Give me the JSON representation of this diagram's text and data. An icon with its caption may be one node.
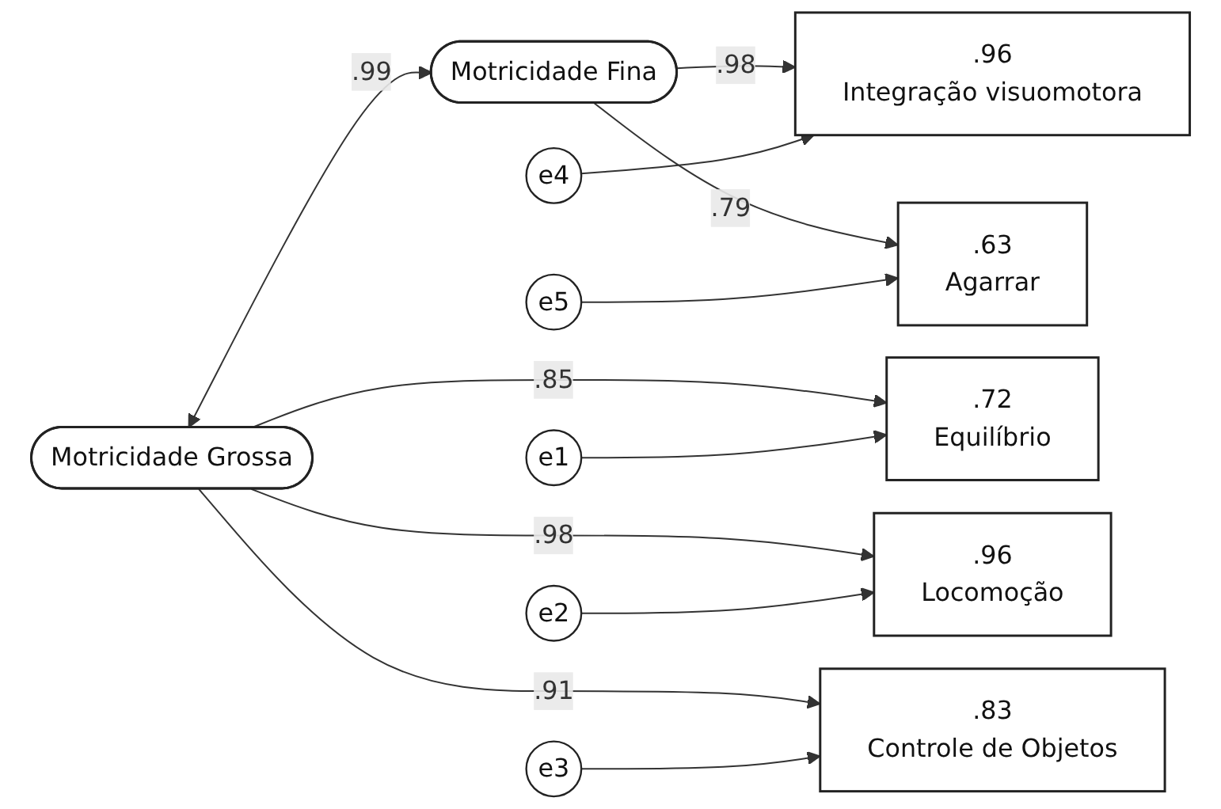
{
  "diagram": {
    "nodes": [
      {
        "text": [
          "Motricidade Grossa"
        ]
      },
      {
        "text": [
          "Motricidade Fina"
        ]
      },
      {
        "text": [
          ".72",
          "Equilíbrio"
        ]
      },
      {
        "text": [
          ".96",
          "Locomoção"
        ]
      },
      {
        "text": [
          ".83",
          "Controle de Objetos"
        ]
      },
      {
        "text": [
          ".96",
          "Integração visuomotora"
        ]
      },
      {
        "text": [
          ".63",
          "Agarrar"
        ]
      },
      {
        "text": [
          "e1"
        ]
      },
      {
        "text": [
          "e2"
        ]
      },
      {
        "text": [
          "e3"
        ]
      },
      {
        "text": [
          "e4"
        ]
      },
      {
        "text": [
          "e5"
        ]
      }
    ],
    "edges": [
      {
        "from": 0,
        "to": 1,
        "arrow": "both",
        "label": ".99"
      },
      {
        "from": 0,
        "to": 2,
        "arrow": "to",
        "label": ".85"
      },
      {
        "from": 0,
        "to": 3,
        "arrow": "to",
        "label": ".98"
      },
      {
        "from": 0,
        "to": 4,
        "arrow": "to",
        "label": ".91"
      },
      {
        "from": 1,
        "to": 5,
        "arrow": "to",
        "label": ".98"
      },
      {
        "from": 1,
        "to": 6,
        "arrow": "to",
        "label": ".79"
      },
      {
        "from": 7,
        "to": 2,
        "arrow": "to"
      },
      {
        "from": 8,
        "to": 3,
        "arrow": "to"
      },
      {
        "from": 9,
        "to": 4,
        "arrow": "to"
      },
      {
        "from": 10,
        "to": 5,
        "arrow": "to"
      },
      {
        "from": 11,
        "to": 6,
        "arrow": "to"
      }
    ]
  }
}
